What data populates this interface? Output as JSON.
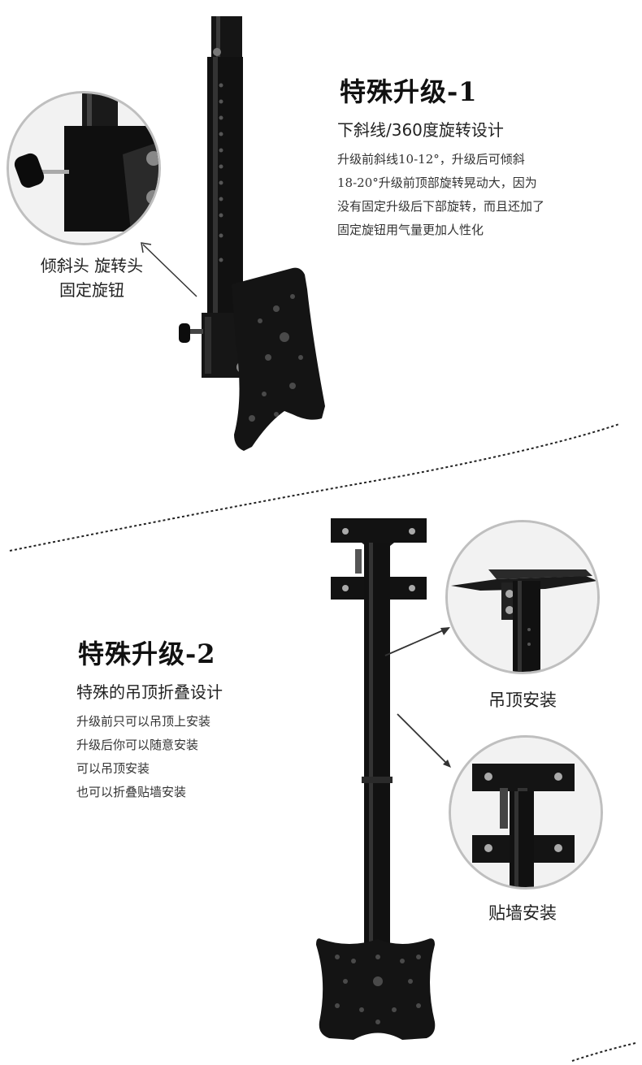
{
  "section1": {
    "title": "特殊升级-1",
    "subtitle": "下斜线/360度旋转设计",
    "body": [
      "升级前斜线10-12°，升级后可倾斜",
      "18-20°升级前顶部旋转晃动大，因为",
      "没有固定升级后下部旋转，而且还加了",
      "固定旋钮用气量更加人性化"
    ],
    "callout": [
      "倾斜头 旋转头",
      "固定旋钮"
    ]
  },
  "section2": {
    "title": "特殊升级-2",
    "subtitle": "特殊的吊顶折叠设计",
    "body": [
      "升级前只可以吊顶上安装",
      "升级后你可以随意安装",
      "可以吊顶安装",
      "也可以折叠贴墙安装"
    ],
    "caption_ceiling": "吊顶安装",
    "caption_wall": "贴墙安装"
  },
  "colors": {
    "mount": "#111111",
    "circle_border": "#bfbfbf",
    "circle_bg": "#f2f2f2",
    "divider": "#222222"
  },
  "icons": [
    "tv-mount-pole",
    "vesa-plate",
    "tilt-knob",
    "ceiling-bracket"
  ]
}
